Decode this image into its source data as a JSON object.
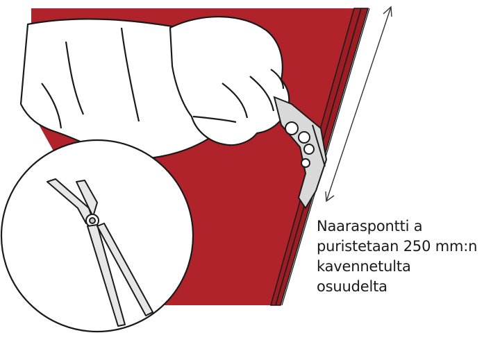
{
  "caption": {
    "lines": [
      "Naaraspontti a",
      "puristetaan 250 mm:n",
      "kavennetulta",
      "osuudelta"
    ]
  },
  "colors": {
    "sheet_red": "#b0232b",
    "sheet_edge": "#8a1a20",
    "outline": "#1a1a1a",
    "glove": "#ffffff",
    "tool_metal": "#d9d9d9"
  },
  "icons": {
    "dimension_arrow": "double-headed-arrow",
    "detail_tool": "seaming-pliers"
  }
}
